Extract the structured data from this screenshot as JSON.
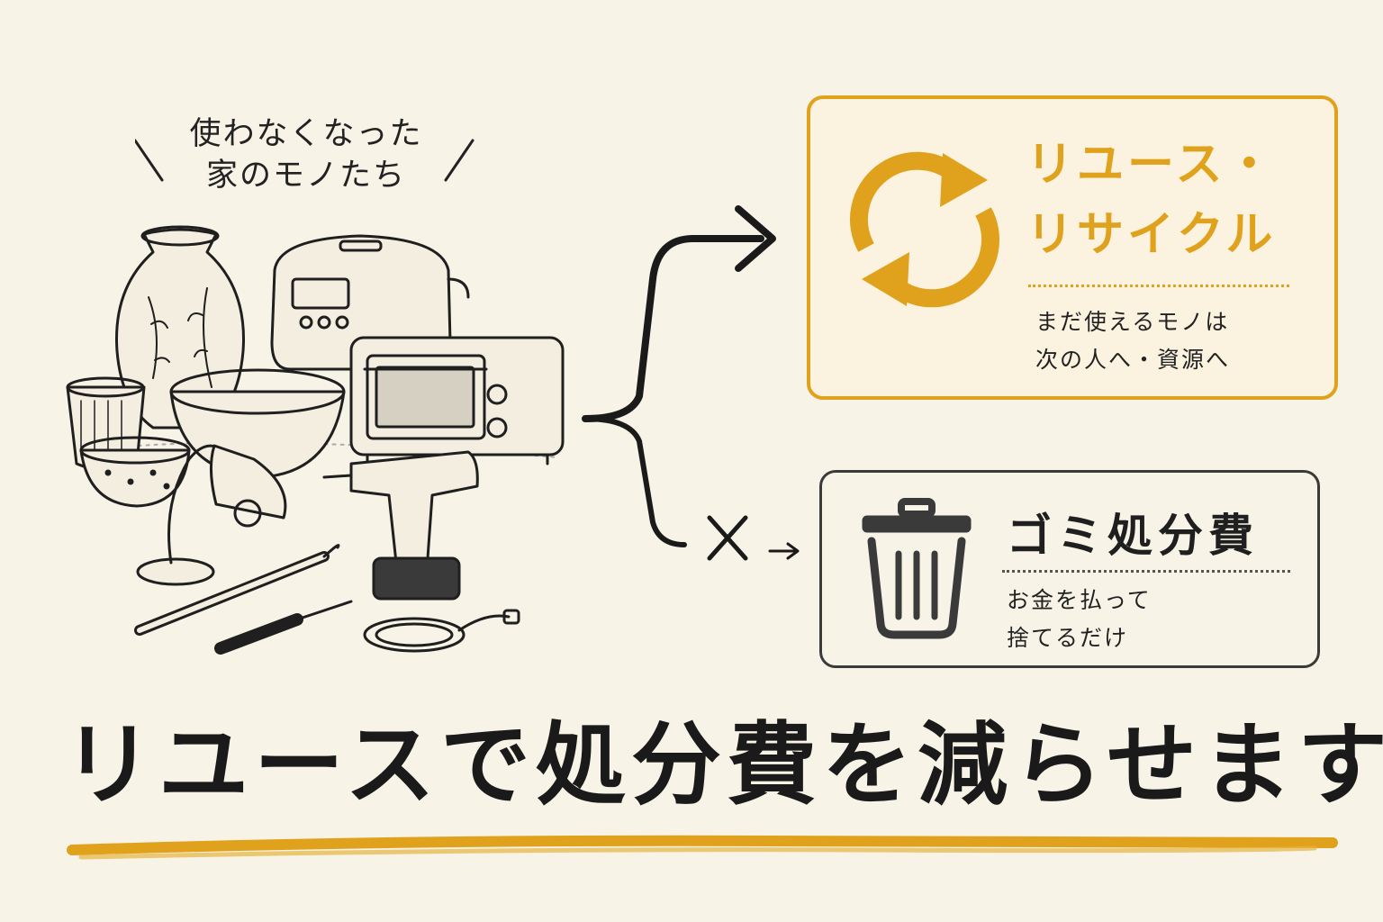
{
  "caption": {
    "line1": "使わなくなった",
    "line2": "家のモノたち"
  },
  "reuse": {
    "title_line1": "リユース・",
    "title_line2": "リサイクル",
    "desc_line1": "まだ使えるモノは",
    "desc_line2": "次の人へ・資源へ",
    "icon": "recycle-arrows-icon",
    "color": "#e0a21c"
  },
  "disposal": {
    "title": "ゴミ処分費",
    "desc_line1": "お金を払って",
    "desc_line2": "捨てるだけ",
    "icon": "trash-can-icon"
  },
  "headline": "リユースで処分費を減らせます",
  "items": [
    "vase-icon",
    "rice-cooker-icon",
    "toaster-oven-icon",
    "cup-icon",
    "bowl-icon",
    "small-bowl-icon",
    "desk-lamp-icon",
    "power-drill-icon",
    "wrench-icon",
    "screwdriver-icon",
    "cable-icon"
  ]
}
